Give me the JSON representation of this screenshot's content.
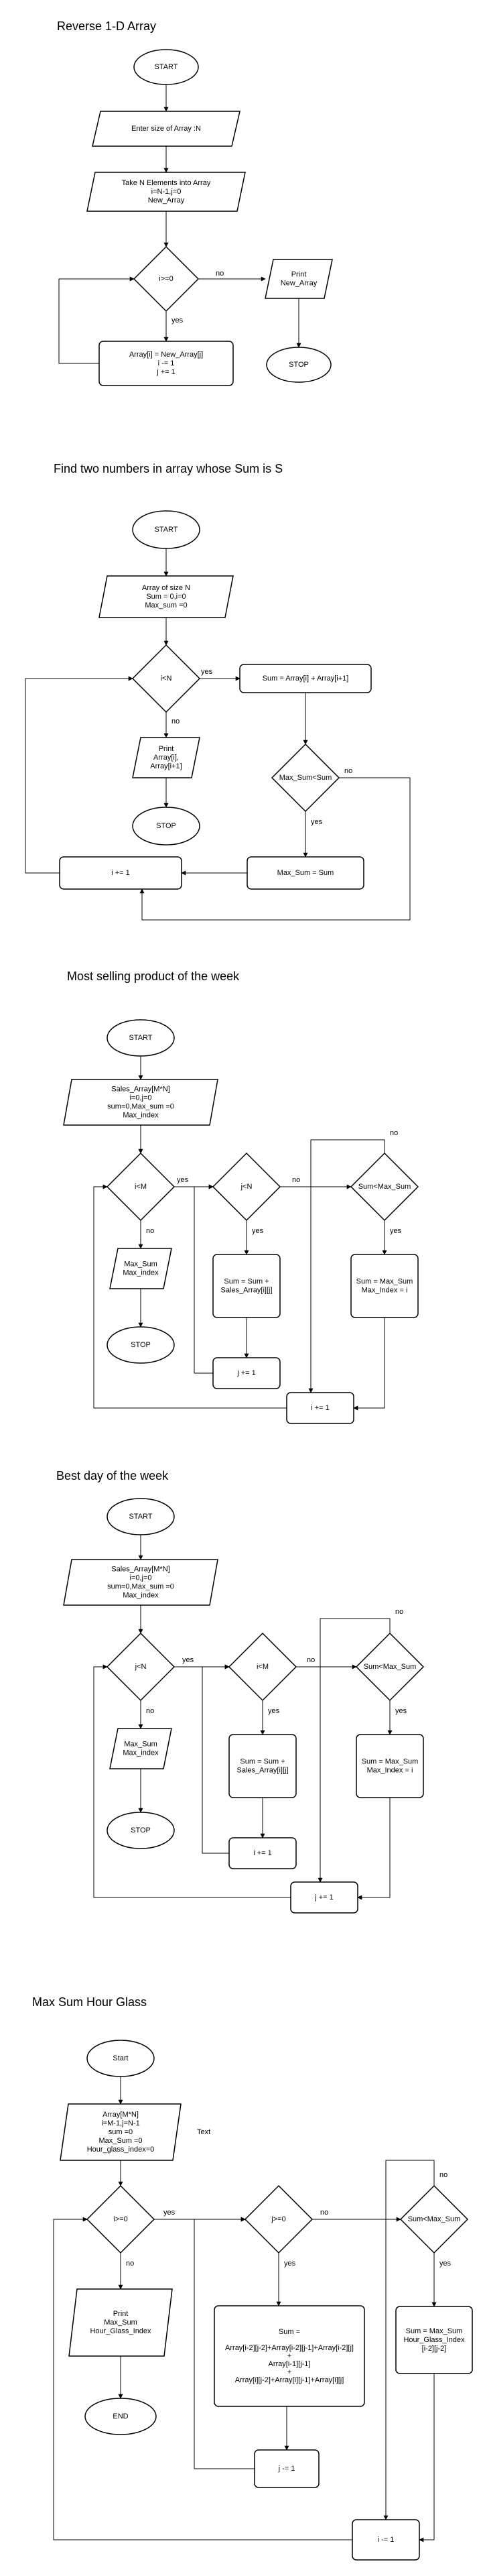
{
  "titles": [
    "Reverse 1-D Array",
    "Find two numbers in array whose Sum is S",
    "Most selling product of the week",
    "Best day  of the week",
    "Max Sum Hour Glass"
  ],
  "nodes": {
    "a_start": [
      "START"
    ],
    "a_in1": [
      "Enter size of Array :N"
    ],
    "a_in2": [
      "Take N Elements into Array",
      "i=N-1,j=0",
      "New_Array"
    ],
    "a_dec": [
      "i>=0"
    ],
    "a_print": [
      "Print",
      "New_Array"
    ],
    "a_stop": [
      "STOP"
    ],
    "a_proc": [
      "Array[i] = New_Array[j]",
      "i -= 1",
      "j += 1"
    ],
    "b_start": [
      "START"
    ],
    "b_in": [
      "Array of size N",
      "Sum = 0,i=0",
      "Max_sum =0"
    ],
    "b_dec1": [
      "i<N"
    ],
    "b_proc1": [
      "Sum = Array[i] + Array[i+1]"
    ],
    "b_dec2": [
      "Max_Sum<Sum"
    ],
    "b_print": [
      "Print",
      "Array[i],",
      "Array[i+1]"
    ],
    "b_stop": [
      "STOP"
    ],
    "b_inc": [
      "i += 1"
    ],
    "b_proc2": [
      "Max_Sum = Sum"
    ],
    "c_start": [
      "START"
    ],
    "c_in": [
      "Sales_Array[M*N]",
      "i=0,j=0",
      "sum=0,Max_sum =0",
      "Max_index"
    ],
    "c_dec1": [
      "i<M"
    ],
    "c_dec2": [
      "j<N"
    ],
    "c_dec3": [
      "Sum<Max_Sum"
    ],
    "c_print": [
      "Max_Sum",
      "Max_index"
    ],
    "c_sum": [
      "Sum = Sum +",
      "Sales_Array[i][j]"
    ],
    "c_max": [
      "Sum = Max_Sum",
      "Max_Index = i"
    ],
    "c_stop": [
      "STOP"
    ],
    "c_jinc": [
      "j += 1"
    ],
    "c_iinc": [
      "i += 1"
    ],
    "d_start": [
      "START"
    ],
    "d_in": [
      "Sales_Array[M*N]",
      "i=0,j=0",
      "sum=0,Max_sum =0",
      "Max_index"
    ],
    "d_dec1": [
      "j<N"
    ],
    "d_dec2": [
      "i<M"
    ],
    "d_dec3": [
      "Sum<Max_Sum"
    ],
    "d_print": [
      "Max_Sum",
      "Max_index"
    ],
    "d_sum": [
      "Sum = Sum +",
      "Sales_Array[i][j]"
    ],
    "d_max": [
      "Sum = Max_Sum",
      "Max_Index = i"
    ],
    "d_stop": [
      "STOP"
    ],
    "d_iinc": [
      "i += 1"
    ],
    "d_jinc": [
      "j += 1"
    ],
    "e_start": [
      "Start"
    ],
    "e_in": [
      "Array[M*N]",
      "i=M-1,j=N-1",
      "sum =0",
      "Max_Sum =0",
      "Hour_glass_index=0"
    ],
    "e_dec1": [
      "i>=0"
    ],
    "e_dec2": [
      "j>=0"
    ],
    "e_dec3": [
      "Sum<Max_Sum"
    ],
    "e_print": [
      "Print",
      "Max_Sum",
      "Hour_Glass_Index"
    ],
    "e_sum": [
      "Sum =",
      "",
      "Array[i-2][j-2]+Array[i-2][j-1]+Array[i-2][j]",
      "+",
      "Array[i-1][j-1]",
      "+",
      "Array[i][j-2]+Array[i][j-1]+Array[i][j]"
    ],
    "e_max": [
      "Sum = Max_Sum",
      "Hour_Glass_Index",
      "[i-2][j-2]"
    ],
    "e_end": [
      "END"
    ],
    "e_jdec": [
      "j -= 1"
    ],
    "e_idec": [
      "i -= 1"
    ]
  },
  "edge_labels": {
    "a_no": "no",
    "a_yes": "yes",
    "b_yes1": "yes",
    "b_no1": "no",
    "b_no2": "no",
    "b_yes2": "yes",
    "c_yes1": "yes",
    "c_no1": "no",
    "c_no2": "no",
    "c_yes2": "yes",
    "c_no3": "no",
    "c_yes3": "yes",
    "d_yes1": "yes",
    "d_no1": "no",
    "d_no2": "no",
    "d_yes2": "yes",
    "d_no3": "no",
    "d_yes3": "yes",
    "e_yes1": "yes",
    "e_no1": "no",
    "e_no2": "no",
    "e_yes2": "yes",
    "e_no3": "no",
    "e_yes3": "yes"
  },
  "annotations": {
    "e_text": "Text"
  }
}
